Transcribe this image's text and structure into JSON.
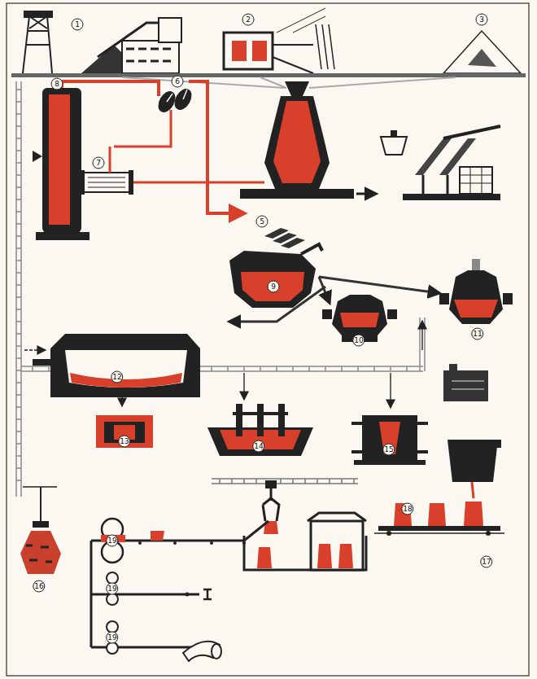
{
  "diagram": {
    "labels": [
      "1",
      "2",
      "3",
      "8",
      "6",
      "7",
      "5",
      "9",
      "10",
      "11",
      "12",
      "13",
      "14",
      "15",
      "16",
      "17",
      "18",
      "19",
      "19",
      "19"
    ]
  }
}
